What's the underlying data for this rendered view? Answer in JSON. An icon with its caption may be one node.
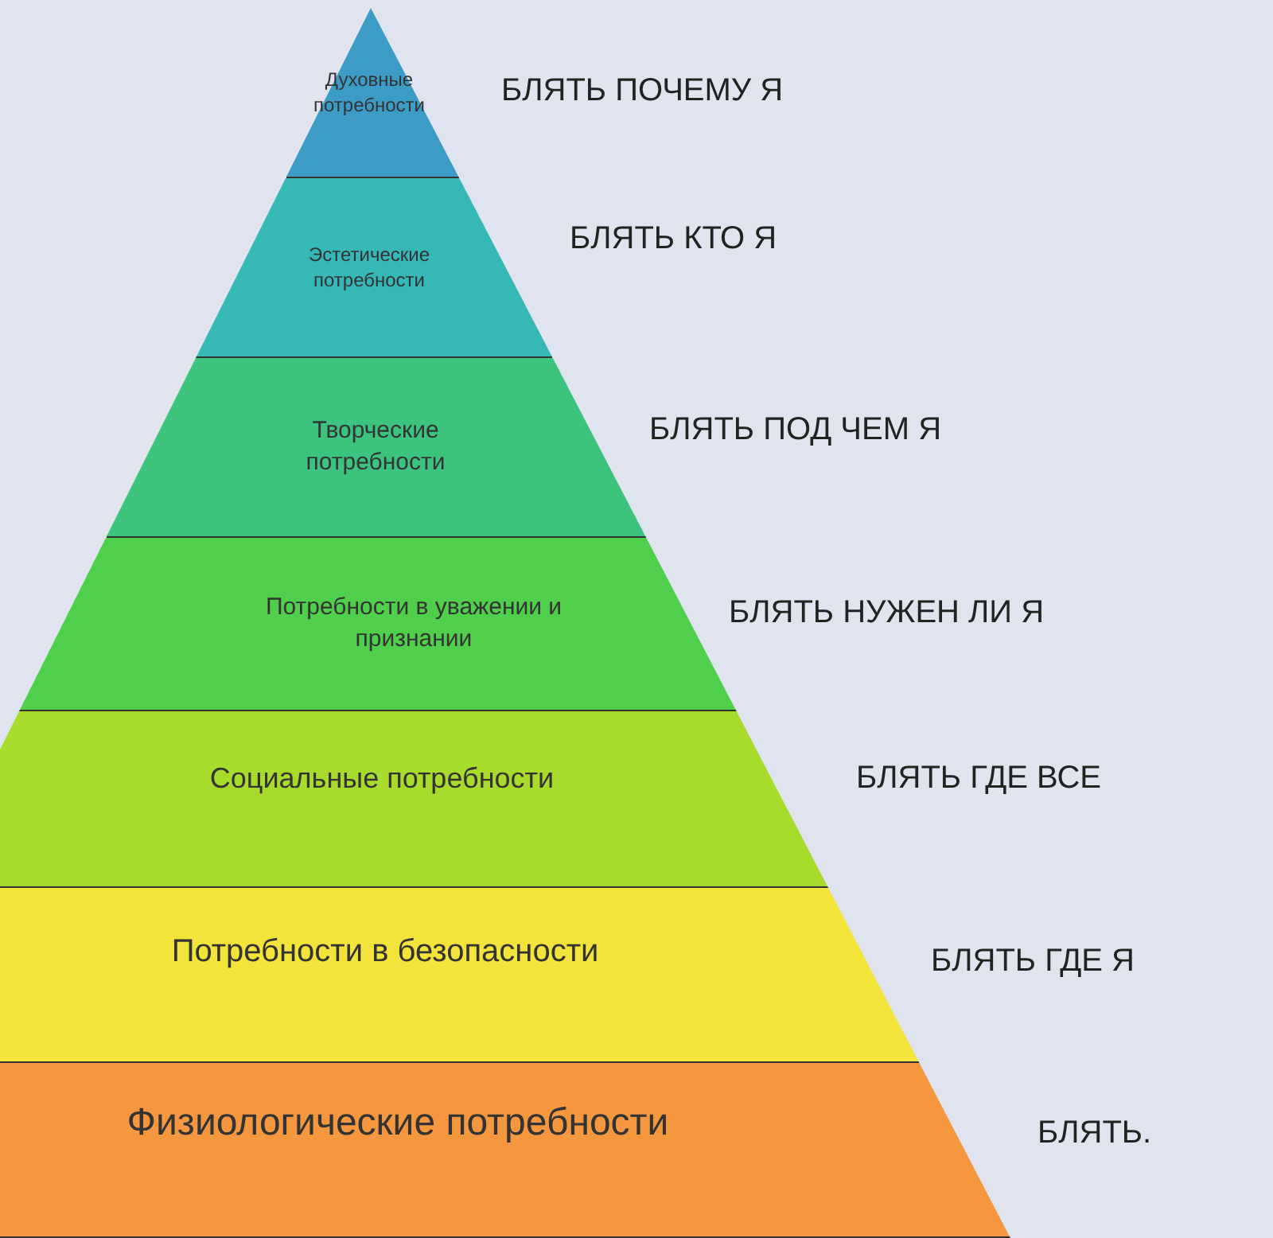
{
  "diagram": {
    "nodes": [
      {
        "text": [
          "Духовные потребности"
        ],
        "beside": [
          "БЛЯТЬ ПОЧЕМУ Я"
        ]
      },
      {
        "text": [
          "Эстетические потребности"
        ],
        "beside": [
          "БЛЯТЬ КТО Я"
        ]
      },
      {
        "text": [
          "Творческие потребности"
        ],
        "beside": [
          "БЛЯТЬ ПОД ЧЕМ Я"
        ]
      },
      {
        "text": [
          "Потребности в уважении и признании"
        ],
        "beside": [
          "БЛЯТЬ НУЖЕН ЛИ Я"
        ]
      },
      {
        "text": [
          "Социальные потребности"
        ],
        "beside": [
          "БЛЯТЬ ГДЕ ВСЕ"
        ]
      },
      {
        "text": [
          "Потребности в безопасности"
        ],
        "beside": [
          "БЛЯТЬ ГДЕ Я"
        ]
      },
      {
        "text": [
          "Физиологические потребности"
        ],
        "beside": [
          "БЛЯТЬ."
        ]
      }
    ]
  }
}
